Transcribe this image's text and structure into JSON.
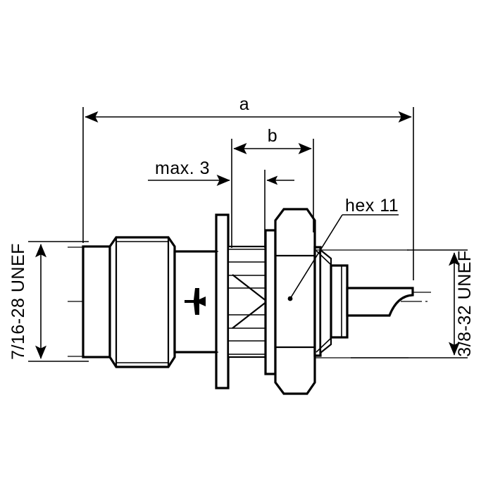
{
  "drawing": {
    "title": "Coaxial connector bulkhead jack outline drawing",
    "background_color": "#ffffff",
    "line_color": "#000000",
    "dimensions": {
      "overall": {
        "label": "a",
        "name": "overall-length-dimension"
      },
      "secondary": {
        "label": "b",
        "name": "b-length-dimension"
      },
      "panel": {
        "label": "max. 3",
        "name": "panel-thickness-dimension"
      },
      "hex": {
        "label": "hex 11",
        "name": "hex-callout"
      },
      "thread_left": {
        "label": "7/16-28 UNEF",
        "name": "left-thread-callout"
      },
      "thread_right": {
        "label": "3/8-32 UNEF",
        "name": "right-thread-callout"
      }
    }
  }
}
